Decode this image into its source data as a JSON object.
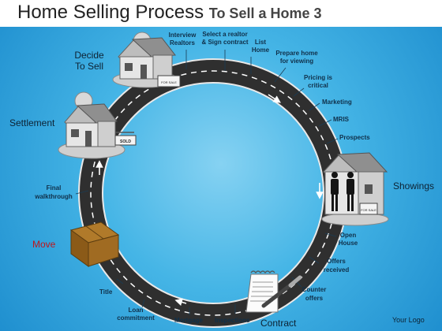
{
  "header": {
    "title": "Home Selling Process",
    "subtitle": "To Sell a Home 3"
  },
  "stages": {
    "decide_line1": "Decide",
    "decide_line2": "To Sell",
    "settlement": "Settlement",
    "showings": "Showings",
    "move": "Move",
    "contract": "Contract"
  },
  "steps": {
    "interview_line1": "Interview",
    "interview_line2": "Realtors",
    "select_line1": "Select a realtor",
    "select_line2": "& Sign contract",
    "list_line1": "List",
    "list_line2": "Home",
    "prepare_line1": "Prepare home",
    "prepare_line2": "for viewing",
    "pricing_line1": "Pricing is",
    "pricing_line2": "critical",
    "marketing": "Marketing",
    "mris": "MRIS",
    "prospects": "Prospects",
    "open_line1": "Open",
    "open_line2": "House",
    "offers_line1": "Offers",
    "offers_line2": "received",
    "counter_line1": "Counter",
    "counter_line2": "offers",
    "inspections": "Inspections",
    "mortgage": "Mortgage",
    "loan_line1": "Loan",
    "loan_line2": "commitment",
    "title": "Title",
    "final_line1": "Final",
    "final_line2": "walkthrough"
  },
  "signs": {
    "for_sale": "FOR SALE",
    "sold": "SOLD"
  },
  "footer": {
    "logo": "Your Logo"
  },
  "colors": {
    "road": "#2f2f2f",
    "road_edge": "#f2f2f2",
    "background": "#45b5e6",
    "move_label": "#c0151b"
  }
}
